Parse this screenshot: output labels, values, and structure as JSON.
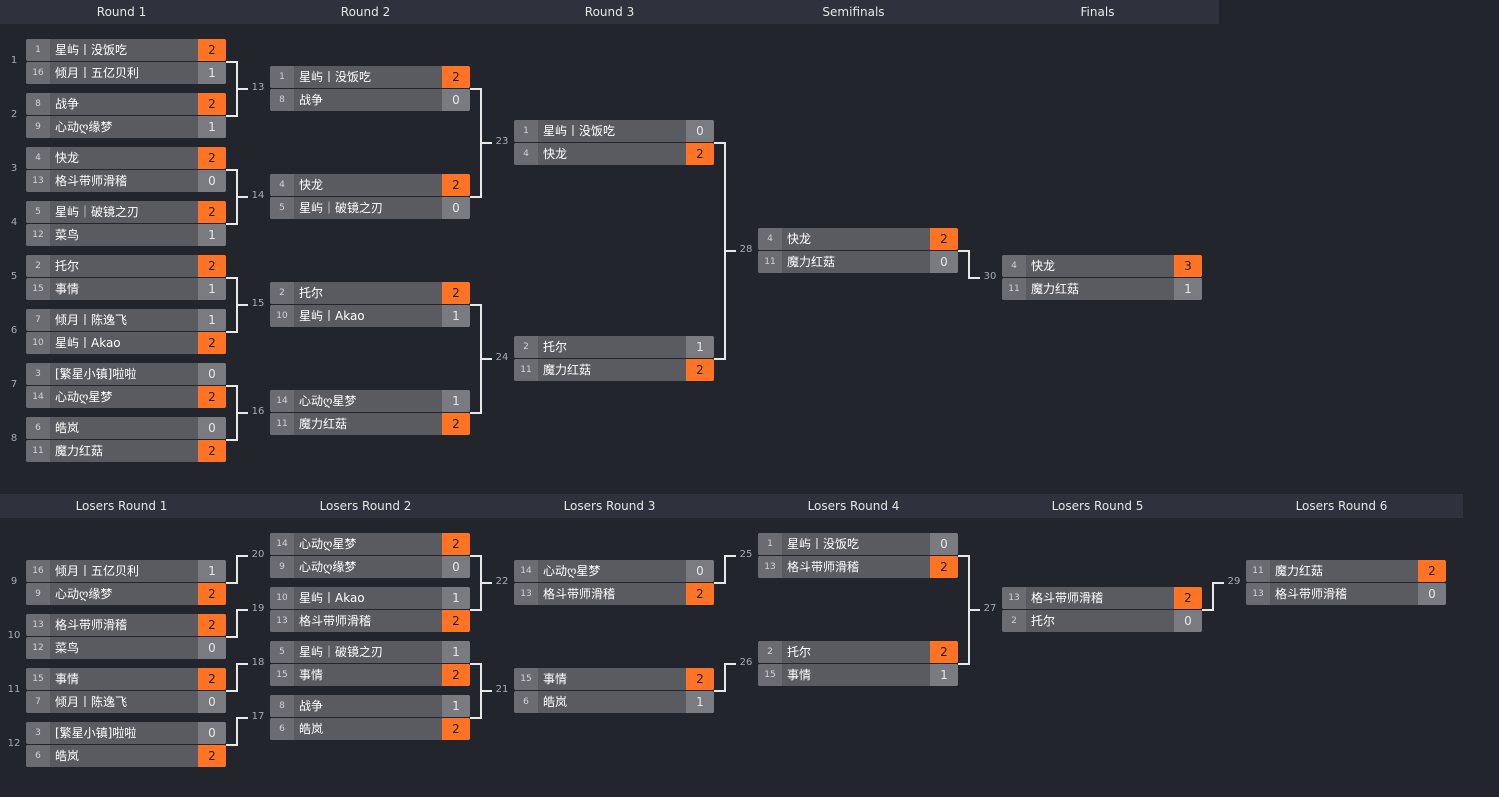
{
  "upper_headers": [
    "Round 1",
    "Round 2",
    "Round 3",
    "Semifinals",
    "Finals"
  ],
  "lower_headers": [
    "Losers Round 1",
    "Losers Round 2",
    "Losers Round 3",
    "Losers Round 4",
    "Losers Round 5",
    "Losers Round 6"
  ],
  "matches": [
    {
      "num": "1",
      "p": [
        [
          "1",
          "星屿丨没饭吃",
          "2",
          true
        ],
        [
          "16",
          "倾月丨五亿贝利",
          "1",
          false
        ]
      ]
    },
    {
      "num": "2",
      "p": [
        [
          "8",
          "战争",
          "2",
          true
        ],
        [
          "9",
          "心动ღ缘梦",
          "1",
          false
        ]
      ]
    },
    {
      "num": "3",
      "p": [
        [
          "4",
          "快龙",
          "2",
          true
        ],
        [
          "13",
          "格斗带师滑稽",
          "0",
          false
        ]
      ]
    },
    {
      "num": "4",
      "p": [
        [
          "5",
          "星屿｜破镜之刃",
          "2",
          true
        ],
        [
          "12",
          "菜鸟",
          "1",
          false
        ]
      ]
    },
    {
      "num": "5",
      "p": [
        [
          "2",
          "托尔",
          "2",
          true
        ],
        [
          "15",
          "事情",
          "1",
          false
        ]
      ]
    },
    {
      "num": "6",
      "p": [
        [
          "7",
          "倾月丨陈逸飞",
          "1",
          false
        ],
        [
          "10",
          "星屿丨Akao",
          "2",
          true
        ]
      ]
    },
    {
      "num": "7",
      "p": [
        [
          "3",
          "[繁星小镇]啦啦",
          "0",
          false
        ],
        [
          "14",
          "心动ღ星梦",
          "2",
          true
        ]
      ]
    },
    {
      "num": "8",
      "p": [
        [
          "6",
          "皓岚",
          "0",
          false
        ],
        [
          "11",
          "魔力红菇",
          "2",
          true
        ]
      ]
    },
    {
      "num": "13",
      "p": [
        [
          "1",
          "星屿丨没饭吃",
          "2",
          true
        ],
        [
          "8",
          "战争",
          "0",
          false
        ]
      ]
    },
    {
      "num": "14",
      "p": [
        [
          "4",
          "快龙",
          "2",
          true
        ],
        [
          "5",
          "星屿｜破镜之刃",
          "0",
          false
        ]
      ]
    },
    {
      "num": "15",
      "p": [
        [
          "2",
          "托尔",
          "2",
          true
        ],
        [
          "10",
          "星屿丨Akao",
          "1",
          false
        ]
      ]
    },
    {
      "num": "16",
      "p": [
        [
          "14",
          "心动ღ星梦",
          "1",
          false
        ],
        [
          "11",
          "魔力红菇",
          "2",
          true
        ]
      ]
    },
    {
      "num": "23",
      "p": [
        [
          "1",
          "星屿丨没饭吃",
          "0",
          false
        ],
        [
          "4",
          "快龙",
          "2",
          true
        ]
      ]
    },
    {
      "num": "24",
      "p": [
        [
          "2",
          "托尔",
          "1",
          false
        ],
        [
          "11",
          "魔力红菇",
          "2",
          true
        ]
      ]
    },
    {
      "num": "28",
      "p": [
        [
          "4",
          "快龙",
          "2",
          true
        ],
        [
          "11",
          "魔力红菇",
          "0",
          false
        ]
      ]
    },
    {
      "num": "30",
      "p": [
        [
          "4",
          "快龙",
          "3",
          true
        ],
        [
          "11",
          "魔力红菇",
          "1",
          false
        ]
      ]
    },
    {
      "num": "9",
      "p": [
        [
          "16",
          "倾月丨五亿贝利",
          "1",
          false
        ],
        [
          "9",
          "心动ღ缘梦",
          "2",
          true
        ]
      ]
    },
    {
      "num": "10",
      "p": [
        [
          "13",
          "格斗带师滑稽",
          "2",
          true
        ],
        [
          "12",
          "菜鸟",
          "0",
          false
        ]
      ]
    },
    {
      "num": "11",
      "p": [
        [
          "15",
          "事情",
          "2",
          true
        ],
        [
          "7",
          "倾月丨陈逸飞",
          "0",
          false
        ]
      ]
    },
    {
      "num": "12",
      "p": [
        [
          "3",
          "[繁星小镇]啦啦",
          "0",
          false
        ],
        [
          "6",
          "皓岚",
          "2",
          true
        ]
      ]
    },
    {
      "num": "20",
      "p": [
        [
          "14",
          "心动ღ星梦",
          "2",
          true
        ],
        [
          "9",
          "心动ღ缘梦",
          "0",
          false
        ]
      ]
    },
    {
      "num": "19",
      "p": [
        [
          "10",
          "星屿丨Akao",
          "1",
          false
        ],
        [
          "13",
          "格斗带师滑稽",
          "2",
          true
        ]
      ]
    },
    {
      "num": "18",
      "p": [
        [
          "5",
          "星屿｜破镜之刃",
          "1",
          false
        ],
        [
          "15",
          "事情",
          "2",
          true
        ]
      ]
    },
    {
      "num": "17",
      "p": [
        [
          "8",
          "战争",
          "1",
          false
        ],
        [
          "6",
          "皓岚",
          "2",
          true
        ]
      ]
    },
    {
      "num": "22",
      "p": [
        [
          "14",
          "心动ღ星梦",
          "0",
          false
        ],
        [
          "13",
          "格斗带师滑稽",
          "2",
          true
        ]
      ]
    },
    {
      "num": "21",
      "p": [
        [
          "15",
          "事情",
          "2",
          true
        ],
        [
          "6",
          "皓岚",
          "1",
          false
        ]
      ]
    },
    {
      "num": "25",
      "p": [
        [
          "1",
          "星屿丨没饭吃",
          "0",
          false
        ],
        [
          "13",
          "格斗带师滑稽",
          "2",
          true
        ]
      ]
    },
    {
      "num": "26",
      "p": [
        [
          "2",
          "托尔",
          "2",
          true
        ],
        [
          "15",
          "事情",
          "1",
          false
        ]
      ]
    },
    {
      "num": "27",
      "p": [
        [
          "13",
          "格斗带师滑稽",
          "2",
          true
        ],
        [
          "2",
          "托尔",
          "0",
          false
        ]
      ]
    },
    {
      "num": "29",
      "p": [
        [
          "11",
          "魔力红菇",
          "2",
          true
        ],
        [
          "13",
          "格斗带师滑稽",
          "0",
          false
        ]
      ]
    }
  ],
  "colors": {
    "win": "#ff7324",
    "background": "#23252d",
    "header": "#2f323c"
  }
}
